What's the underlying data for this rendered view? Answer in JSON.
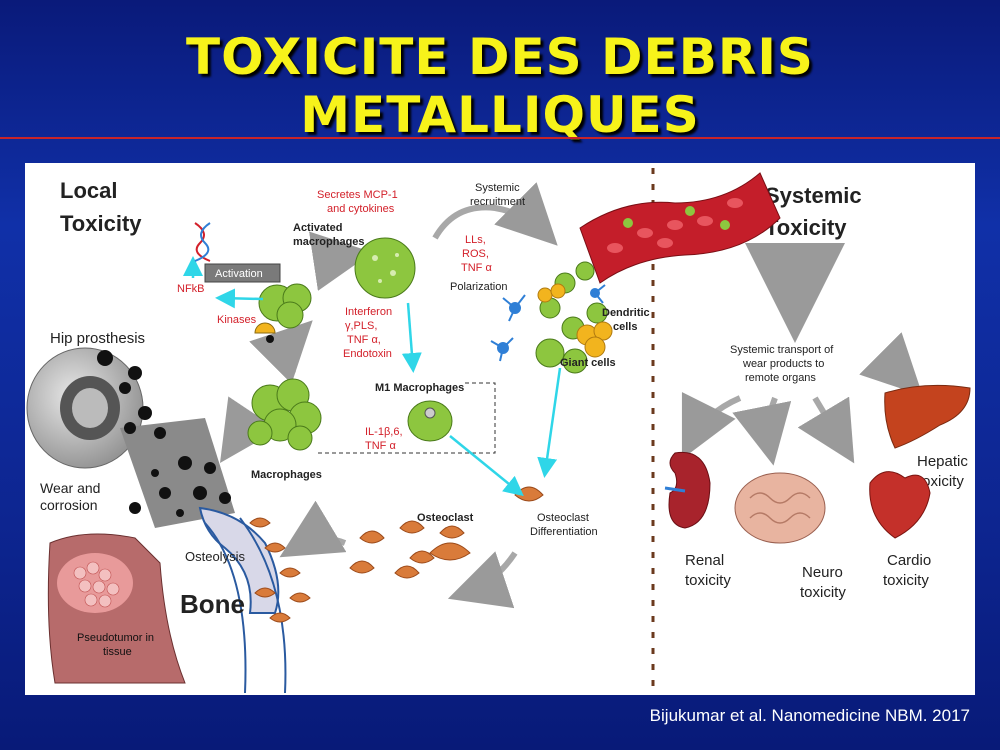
{
  "title": "TOXICITE DES DEBRIS METALLIQUES",
  "citation": "Bijukumar et al. Nanomedicine NBM. 2017",
  "local": {
    "line1": "Local",
    "line2": "Toxicity"
  },
  "systemic": {
    "line1": "Systemic",
    "line2": "Toxicity"
  },
  "hip_prosthesis": "Hip prosthesis",
  "wear": {
    "line1": "Wear and",
    "line2": "corrosion"
  },
  "pseudotumor": {
    "line1": "Pseudotumor in",
    "line2": "tissue"
  },
  "osteolysis": "Osteolysis",
  "bone": "Bone",
  "macrophages": "Macrophages",
  "activated": {
    "line1": "Activated",
    "line2": "macrophages"
  },
  "secretes": {
    "line1": "Secretes MCP-1",
    "line2": "and cytokines"
  },
  "activation": "Activation",
  "nfkb": "NFkB",
  "kinases": "Kinases",
  "interferon": {
    "l1": "Interferon",
    "l2": "γ,PLS,",
    "l3": "TNF α,",
    "l4": "Endotoxin"
  },
  "m1": "M1 Macrophages",
  "il": {
    "l1": "IL-1β,6,",
    "l2": "TNF α"
  },
  "osteoclast": "Osteoclast",
  "osteoclast_diff": {
    "l1": "Osteoclast",
    "l2": "Differentiation"
  },
  "systemic_recruitment": {
    "l1": "Systemic",
    "l2": "recruitment"
  },
  "lls": {
    "l1": "LLs,",
    "l2": "ROS,",
    "l3": "TNF α"
  },
  "polarization": "Polarization",
  "dendritic": {
    "l1": "Dendritic",
    "l2": "cells"
  },
  "giant": "Giant  cells",
  "transport": {
    "l1": "Systemic transport of",
    "l2": "wear products to",
    "l3": "remote organs"
  },
  "hepatic": {
    "l1": "Hepatic",
    "l2": "toxicity"
  },
  "renal": {
    "l1": "Renal",
    "l2": "toxicity"
  },
  "neuro": {
    "l1": "Neuro",
    "l2": "toxicity"
  },
  "cardio": {
    "l1": "Cardio",
    "l2": "toxicity"
  },
  "colors": {
    "title": "#f7f31a",
    "red_text": "#d3202a",
    "cyan_arrow": "#2fd6e8",
    "cell_green": "#8dc63f",
    "divider": "#6b3a1e"
  }
}
